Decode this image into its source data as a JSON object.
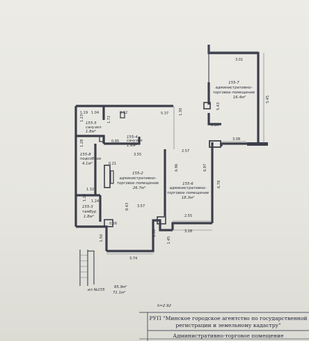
{
  "rooms": [
    {
      "id": "155-7",
      "name": "административно-торговое помещение",
      "area": "16.4м²"
    },
    {
      "id": "155-5",
      "name": "санузел",
      "area": "1.8м²"
    },
    {
      "id": "155-4",
      "name": "санузел",
      "area": "1.6м²"
    },
    {
      "id": "155-8",
      "name": "подсобное",
      "area": "4.1м²"
    },
    {
      "id": "155-2",
      "name": "административно-торговое помещение",
      "area": "26.7м²"
    },
    {
      "id": "155-6",
      "name": "административно-торговое помещение",
      "area": "18.3м²"
    },
    {
      "id": "155-3",
      "name": "тамбур",
      "area": "1.8м²"
    }
  ],
  "dimensions": {
    "d301": "3.01",
    "d545": "5.45",
    "d543": "5.43",
    "d020": "0.20",
    "d308": "3.08",
    "d537": "5.37",
    "d119": "1.19",
    "d104": "1.04",
    "d012": "0.12",
    "d172": "1.72",
    "d130": "1.30",
    "d123": "1.23",
    "d095": "0.95",
    "d355": "3.55",
    "d257": "2.57",
    "d128": "1.28",
    "d021": "0.21",
    "d696": "6.96",
    "d697": "6.97",
    "d678": "6.78",
    "d132": "1.32",
    "d124": "1.24",
    "d843": "8.43",
    "d357": "3.57",
    "d255": "2.55",
    "d026": "0.26",
    "d328": "3.28",
    "d150a": "1.50",
    "d150b": "1.50",
    "d145": "1.45",
    "d374": "3.74"
  },
  "summary": {
    "unit": "ил №155",
    "total_area": "65.9м²",
    "main_area": "71.1м²"
  },
  "height": "h=2.92",
  "stamp": {
    "org_line1": "РУП \"Минское городское агентство по государственной",
    "org_line2": "регистрации и земельному кадастру\"",
    "purpose": "Административно-торговое помещение"
  }
}
